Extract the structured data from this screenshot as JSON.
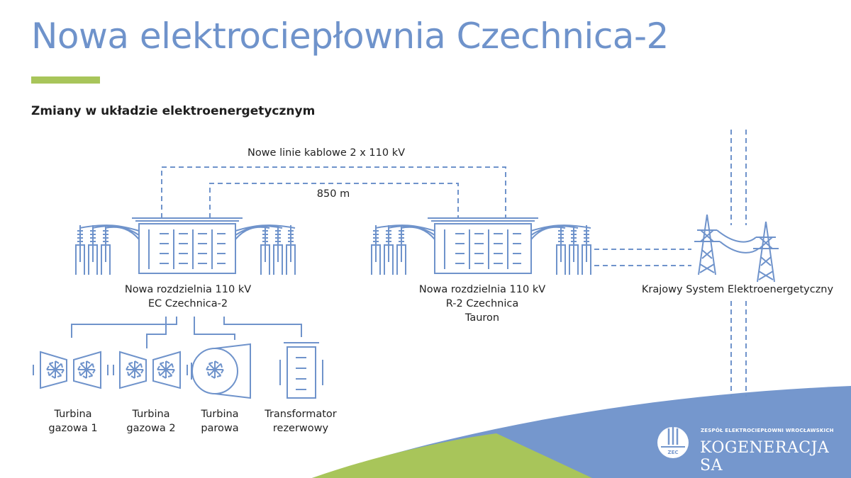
{
  "title": "Nowa elektrociepłownia Czechnica-2",
  "subtitle": "Zmiany w układzie elektroenergetycznym",
  "cable_label": "Nowe linie kablowe 2 x 110 kV",
  "distance_label": "850 m",
  "substation_ec": {
    "line1": "Nowa rozdzielnia 110 kV",
    "line2": "EC Czechnica-2"
  },
  "substation_r2": {
    "line1": "Nowa rozdzielnia 110 kV",
    "line2": "R-2 Czechnica",
    "line3": "Tauron"
  },
  "grid_label": "Krajowy System Elektroenergetyczny",
  "units": [
    {
      "line1": "Turbina",
      "line2": "gazowa 1"
    },
    {
      "line1": "Turbina",
      "line2": "gazowa 2"
    },
    {
      "line1": "Turbina",
      "line2": "parowa"
    },
    {
      "line1": "Transformator",
      "line2": "rezerwowy"
    }
  ],
  "logo": {
    "org_line": "ZESPÓŁ ELEKTROCIEPŁOWNI WROCŁAWSKICH",
    "brand": "KOGENERACJA SA",
    "badge": "ZEC"
  },
  "colors": {
    "line": "#6f93cb",
    "accent_green": "#a8c55a",
    "text": "#222222"
  }
}
